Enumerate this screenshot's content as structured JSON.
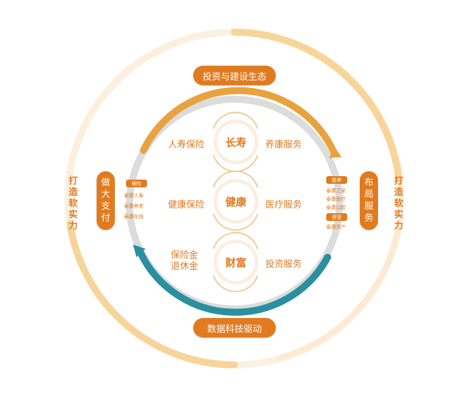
{
  "top_pill": "投资与建设生态",
  "bottom_pill": "数据科技驱动",
  "left_outer_text": [
    "打",
    "造",
    "软",
    "实",
    "力"
  ],
  "right_outer_text": [
    "打",
    "造",
    "软",
    "实",
    "力"
  ],
  "left_pill": [
    "做",
    "大",
    "支",
    "付"
  ],
  "right_pill": [
    "布",
    "局",
    "服",
    "务"
  ],
  "rows": [
    {
      "left": "人寿保险",
      "core": "长寿",
      "right": "养康服务"
    },
    {
      "left": "健康保险",
      "core": "健康",
      "right": "医疗服务"
    },
    {
      "left_lines": [
        "保险金",
        "退休金"
      ],
      "core": "财富",
      "right": "投资服务"
    }
  ],
  "left_panel": {
    "tag": "保险",
    "items": [
      "泰康人寿",
      "泰康养老",
      "泰康在线"
    ]
  },
  "right_panel": {
    "tag1": "医养",
    "items1": [
      "泰康之家",
      "泰康医疗",
      "泰康口腔"
    ],
    "tag2": "资管",
    "items2": [
      "泰康资产"
    ]
  },
  "colors": {
    "accent": "#e07b1f",
    "teal": "#2a8fa0",
    "gray_ring": "#d8d8d8",
    "outer_ring": "#f7c97a"
  }
}
